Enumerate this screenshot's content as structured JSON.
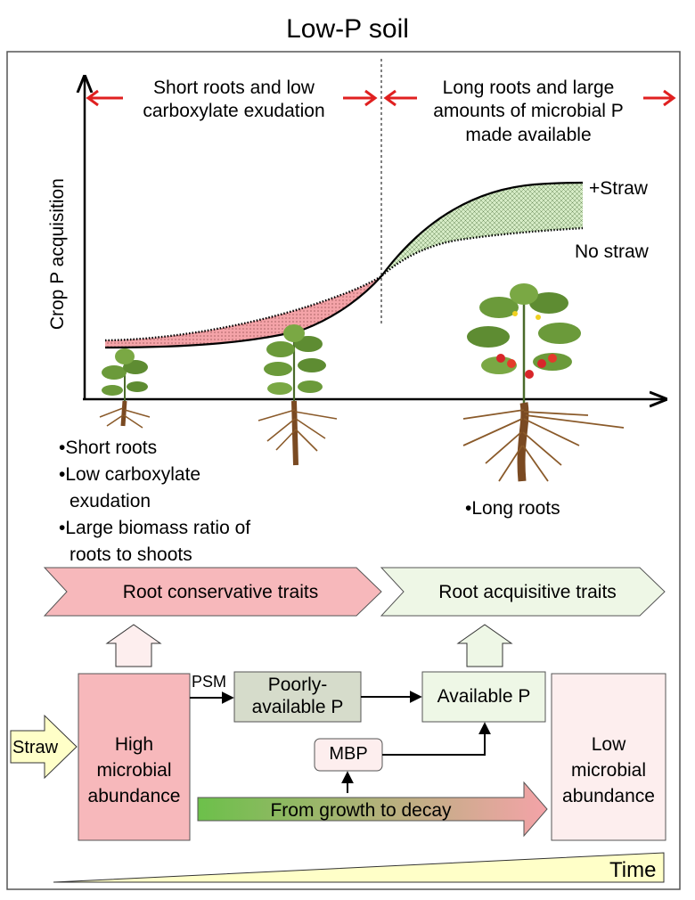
{
  "title": "Low-P soil",
  "chart": {
    "ylabel": "Crop P acquisition",
    "phase_left": [
      "Short roots and low",
      "carboxylate exudation"
    ],
    "phase_right": [
      "Long roots and large",
      "amounts of microbial P",
      "made available"
    ],
    "curve_straw": "+Straw",
    "curve_nostraw": "No straw"
  },
  "traits": {
    "early": [
      "•Short roots",
      "•Low carboxylate",
      "exudation",
      "•Large biomass ratio of",
      "roots to shoots"
    ],
    "late": "•Long roots"
  },
  "bands": {
    "conservative": "Root conservative traits",
    "acquisitive": "Root acquisitive traits"
  },
  "flow": {
    "straw": "Straw",
    "high_microbial": [
      "High",
      "microbial",
      "abundance"
    ],
    "psm": "PSM",
    "poorly_available": [
      "Poorly-",
      "available P"
    ],
    "available_p": "Available P",
    "mbp": "MBP",
    "growth_decay": "From growth to decay",
    "low_microbial": [
      "Low",
      "microbial",
      "abundance"
    ],
    "time": "Time"
  },
  "colors": {
    "pink_fill": "#f4a3a8",
    "green_fill": "#c8e6b4",
    "red_arrow": "#e02020",
    "conservative_band": "#f7b8bb",
    "acquisitive_band": "#eef7e6",
    "high_box": "#f7b8bb",
    "low_box": "#fdeeee",
    "poorly_box": "#d6dccb",
    "available_box": "#eef7e6",
    "straw_arrow": "#ffffc8",
    "time_wedge": "#ffffc8"
  }
}
